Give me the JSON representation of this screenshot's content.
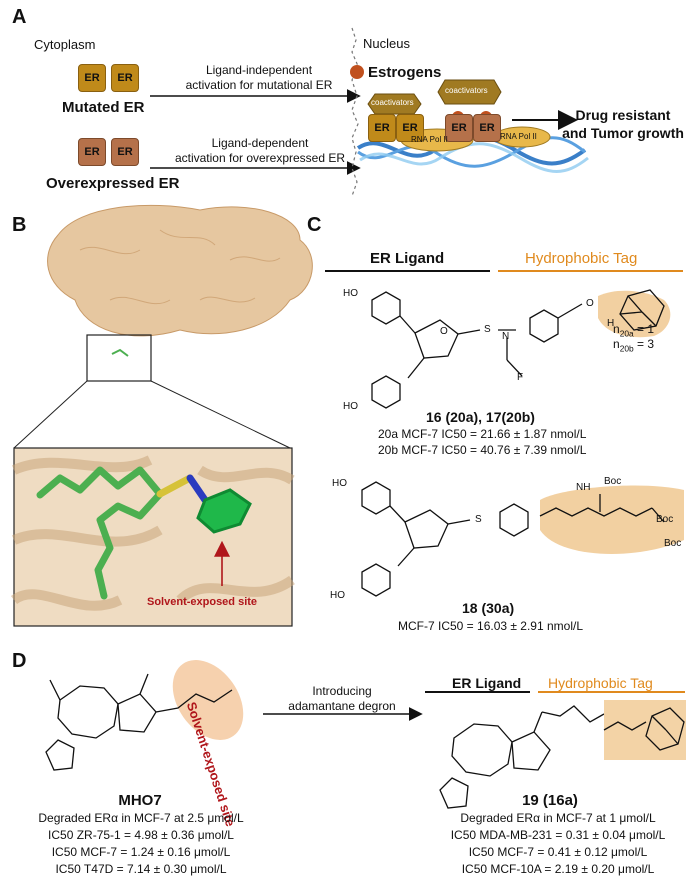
{
  "panels": {
    "A": "A",
    "B": "B",
    "C": "C",
    "D": "D"
  },
  "panelA": {
    "cytoplasm": "Cytoplasm",
    "nucleus": "Nucleus",
    "er_label": "ER",
    "mutated_er": "Mutated ER",
    "overexpressed_er": "Overexpressed ER",
    "arrow1_line1": "Ligand-independent",
    "arrow1_line2": "activation for mutational ER",
    "arrow2_line1": "Ligand-dependent",
    "arrow2_line2": "activation for overexpressed ER",
    "estrogens": "Estrogens",
    "coactivators": "coactivators",
    "rna_pol": "RNA Pol II",
    "outcome_line1": "Drug resistant",
    "outcome_line2": "and Tumor growth",
    "colors": {
      "gold": "#c08a1a",
      "brown": "#b5714a",
      "estrogen": "#c0501e",
      "rna": "#e8b84a"
    }
  },
  "panelB": {
    "solvent_site": "Solvent-exposed site",
    "colors": {
      "protein": "#e6c7a0",
      "ligand": "#4caf50"
    }
  },
  "panelC": {
    "er_ligand": "ER Ligand",
    "hydrophobic_tag": "Hydrophobic Tag",
    "n_label_a": "n",
    "n_sub_a": "20a",
    "n_val_a": " = 1",
    "n_label_b": "n",
    "n_sub_b": "20b",
    "n_val_b": " = 3",
    "compound1": "16 (20a), 17(20b)",
    "ic50_1": "20a MCF-7 IC50 = 21.66 ± 1.87 nmol/L",
    "ic50_2": "20b MCF-7 IC50 = 40.76 ± 7.39 nmol/L",
    "compound2": "18 (30a)",
    "ic50_3": "MCF-7 IC50 = 16.03 ± 2.91 nmol/L",
    "atoms": {
      "HO": "HO",
      "O": "O",
      "S": "S",
      "N": "N",
      "F": "F",
      "H": "H",
      "NH": "NH",
      "Boc": "Boc"
    },
    "colors": {
      "tag": "#f0c890",
      "ligand_bar": "#111111",
      "tag_bar": "#e08a1e"
    }
  },
  "panelD": {
    "solvent_site": "Solvent-exposed site",
    "arrow_line1": "Introducing",
    "arrow_line2": "adamantane degron",
    "er_ligand": "ER Ligand",
    "hydrophobic_tag": "Hydrophobic Tag",
    "left_name": "MHO7",
    "left_lines": [
      "Degraded ERα in MCF-7 at 2.5 μmol/L",
      "IC50 ZR-75-1 = 4.98 ± 0.36 μmol/L",
      "IC50 MCF-7 = 1.24 ± 0.16 μmol/L",
      "IC50 T47D = 7.14 ± 0.30 μmol/L"
    ],
    "right_name": "19 (16a)",
    "right_lines": [
      "Degraded ERα in MCF-7 at 1 μmol/L",
      "IC50 MDA-MB-231 = 0.31 ± 0.04 μmol/L",
      "IC50 MCF-7 = 0.41 ± 0.12 μmol/L",
      "IC50 MCF-10A = 2.19 ± 0.20 μmol/L"
    ]
  }
}
